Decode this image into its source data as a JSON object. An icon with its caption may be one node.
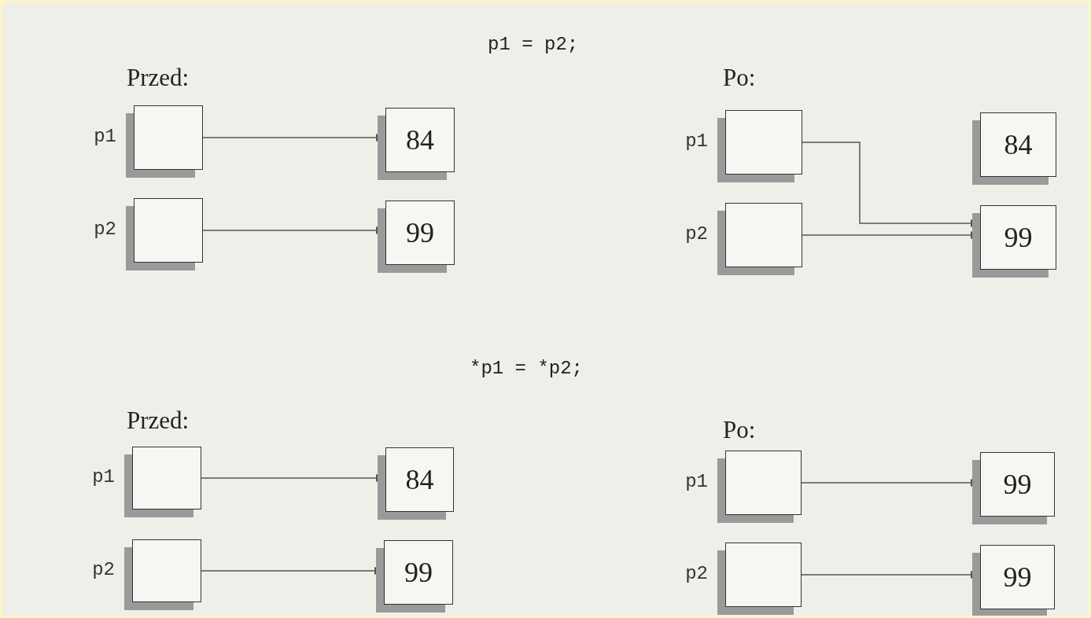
{
  "diagram": {
    "nodes": [
      {
        "text": [],
        "shape": "box",
        "beside": [
          "p1"
        ]
      },
      {
        "text": [
          "84"
        ]
      },
      {
        "text": [],
        "shape": "box",
        "beside": [
          "p1"
        ]
      },
      {
        "text": [
          "84"
        ]
      },
      {
        "text": [],
        "shape": "box",
        "beside": [
          "p2"
        ]
      },
      {
        "text": [
          "99"
        ]
      },
      {
        "text": [],
        "shape": "box",
        "beside": [
          "p2"
        ]
      },
      {
        "text": [
          "99"
        ]
      },
      {
        "text": [],
        "shape": "box",
        "beside": [
          "p1"
        ]
      },
      {
        "text": [
          "84"
        ]
      },
      {
        "text": [],
        "shape": "box",
        "beside": [
          "p1"
        ]
      },
      {
        "text": [
          "99"
        ]
      },
      {
        "text": [],
        "shape": "box",
        "beside": [
          "p2"
        ]
      },
      {
        "text": [
          "99"
        ]
      },
      {
        "text": [],
        "shape": "box",
        "beside": [
          "p2"
        ]
      },
      {
        "text": [
          "99"
        ]
      }
    ],
    "edges": [
      {
        "from": 0,
        "to": 1,
        "arrow": "to"
      },
      {
        "from": 2,
        "to": 7,
        "arrow": "to"
      },
      {
        "from": 4,
        "to": 5,
        "arrow": "to"
      },
      {
        "from": 6,
        "to": 7,
        "arrow": "to"
      },
      {
        "from": 8,
        "to": 9,
        "arrow": "to"
      },
      {
        "from": 10,
        "to": 11,
        "arrow": "to"
      },
      {
        "from": 12,
        "to": 13,
        "arrow": "to"
      },
      {
        "from": 14,
        "to": 15,
        "arrow": "to"
      }
    ],
    "labels": [
      "p1 = p2;",
      "Przed:",
      "Po:",
      "*p1 = *p2;",
      "Przed:",
      "Po:"
    ]
  }
}
